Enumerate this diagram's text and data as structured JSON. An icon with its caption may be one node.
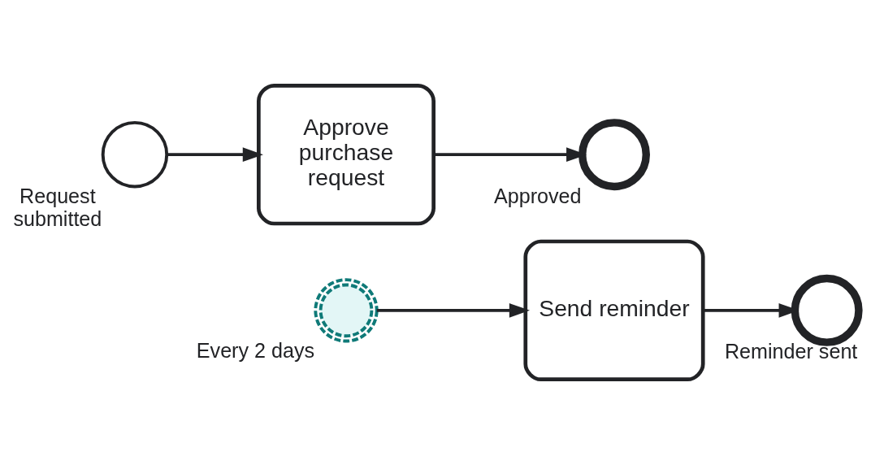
{
  "diagram": {
    "nodes": [
      {
        "text": [],
        "shape": "circle",
        "beside": [
          "Request submitted"
        ]
      },
      {
        "text": [
          "Approve purchase request"
        ]
      },
      {
        "text": [],
        "shape": "circle",
        "beside": [
          "Every 2 days"
        ]
      },
      {
        "text": [],
        "shape": "circle",
        "beside": [
          "Approved"
        ]
      },
      {
        "text": [
          "Send reminder"
        ]
      },
      {
        "text": [],
        "shape": "circle",
        "beside": [
          "Reminder sent"
        ]
      }
    ],
    "edges": [
      {
        "from": 0,
        "to": 1,
        "arrow": "to"
      },
      {
        "from": 1,
        "to": 3,
        "arrow": "to"
      },
      {
        "from": 2,
        "to": 4,
        "arrow": "to"
      },
      {
        "from": 4,
        "to": 5,
        "arrow": "to"
      }
    ]
  }
}
